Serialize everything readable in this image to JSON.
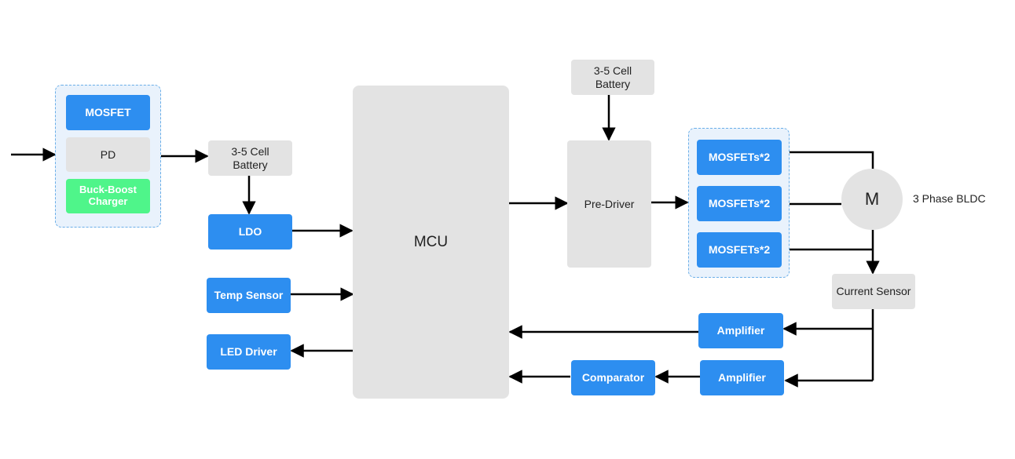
{
  "diagram": {
    "blocks": {
      "mosfet": "MOSFET",
      "pd": "PD",
      "buck_boost_charger": "Buck-Boost\nCharger",
      "battery_input": "3-5 Cell\nBattery",
      "ldo": "LDO",
      "temp_sensor": "Temp Sensor",
      "led_driver": "LED Driver",
      "mcu": "MCU",
      "battery_top": "3-5 Cell\nBattery",
      "pre_driver": "Pre-Driver",
      "mosfets_1": "MOSFETs*2",
      "mosfets_2": "MOSFETs*2",
      "mosfets_3": "MOSFETs*2",
      "motor": "M",
      "motor_label": "3 Phase BLDC",
      "current_sensor": "Current Sensor",
      "amplifier_1": "Amplifier",
      "amplifier_2": "Amplifier",
      "comparator": "Comparator"
    },
    "colors": {
      "blue_block": "#2d8ef0",
      "gray_block": "#e3e3e3",
      "green_block": "#4ff58a",
      "group_border": "#6aaee8",
      "arrow": "#000000"
    }
  }
}
